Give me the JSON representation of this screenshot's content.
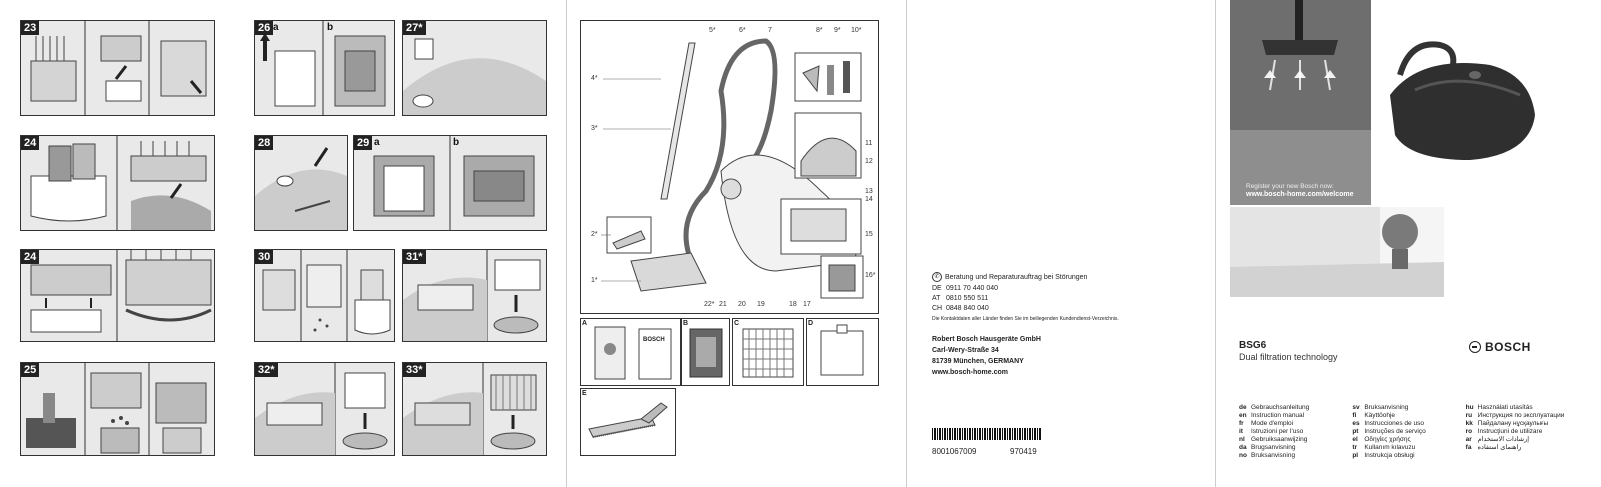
{
  "panels_left": [
    {
      "num": "23"
    },
    {
      "num": "24"
    },
    {
      "num": "24"
    },
    {
      "num": "25"
    }
  ],
  "panels_mid": {
    "p26": {
      "num": "26",
      "a": "a",
      "b": "b"
    },
    "p27": {
      "num": "27*"
    },
    "p28": {
      "num": "28"
    },
    "p29": {
      "num": "29",
      "a": "a",
      "b": "b"
    },
    "p30": {
      "num": "30"
    },
    "p31": {
      "num": "31*"
    },
    "p32": {
      "num": "32*"
    },
    "p33": {
      "num": "33*"
    }
  },
  "callouts": {
    "c1": "1*",
    "c2": "2*",
    "c3": "3*",
    "c4": "4*",
    "c5": "5*",
    "c6": "6*",
    "c7": "7",
    "c8": "8*",
    "c9": "9*",
    "c10": "10*",
    "c11": "11",
    "c12": "12",
    "c13": "13",
    "c14": "14",
    "c15": "15",
    "c16": "16*",
    "c17": "17",
    "c18": "18",
    "c19": "19",
    "c20": "20",
    "c21": "21",
    "c22": "22*"
  },
  "accessories": {
    "a": "A",
    "b": "B",
    "c": "C",
    "d": "D",
    "e": "E",
    "bosch_box": "BOSCH"
  },
  "service": {
    "title": "Beratung und Reparaturauftrag bei Störungen",
    "de_code": "DE",
    "de_num": "0911 70 440 040",
    "at_code": "AT",
    "at_num": "0810 550 511",
    "ch_code": "CH",
    "ch_num": "0848 840 040",
    "note": "Die Kontaktdaten aller Länder finden Sie im beiliegenden Kundendienst-Verzeichnis."
  },
  "company": {
    "name": "Robert Bosch Hausgeräte GmbH",
    "street": "Carl-Wery-Straße 34",
    "city": "81739 München, GERMANY",
    "web": "www.bosch-home.com"
  },
  "barcode": {
    "number": "8001067009",
    "code": "970419"
  },
  "cover": {
    "register": "Register your new Bosch now:",
    "register_url": "www.bosch-home.com/welcome",
    "model": "BSG6",
    "tagline": "Dual filtration technology",
    "brand": "BOSCH"
  },
  "languages": [
    [
      {
        "c": "de",
        "t": "Gebrauchsanleitung"
      },
      {
        "c": "sv",
        "t": "Bruksanvisning"
      },
      {
        "c": "hu",
        "t": "Használati utasítás"
      }
    ],
    [
      {
        "c": "en",
        "t": "Instruction manual"
      },
      {
        "c": "fi",
        "t": "Käyttöohje"
      },
      {
        "c": "ru",
        "t": "Инструкция по эксплуатации"
      }
    ],
    [
      {
        "c": "fr",
        "t": "Mode d'emploi"
      },
      {
        "c": "es",
        "t": "Instrucciones de uso"
      },
      {
        "c": "kk",
        "t": "Пайдалану нұсқаулығы"
      }
    ],
    [
      {
        "c": "it",
        "t": "Istruzioni per l'uso"
      },
      {
        "c": "pt",
        "t": "Instruções de serviço"
      },
      {
        "c": "ro",
        "t": "Instrucţiuni de utilizare"
      }
    ],
    [
      {
        "c": "nl",
        "t": "Gebruiksaanwijzing"
      },
      {
        "c": "el",
        "t": "Οδηγίες χρήσης"
      },
      {
        "c": "ar",
        "t": "إرشادات الاستخدام"
      }
    ],
    [
      {
        "c": "da",
        "t": "Brugsanvisning"
      },
      {
        "c": "tr",
        "t": "Kullanım kılavuzu"
      },
      {
        "c": "fa",
        "t": "راهنمای استفاده"
      }
    ],
    [
      {
        "c": "no",
        "t": "Bruksanvisning"
      },
      {
        "c": "pl",
        "t": "Instrukcja obsługi"
      },
      {
        "c": "",
        "t": ""
      }
    ]
  ]
}
